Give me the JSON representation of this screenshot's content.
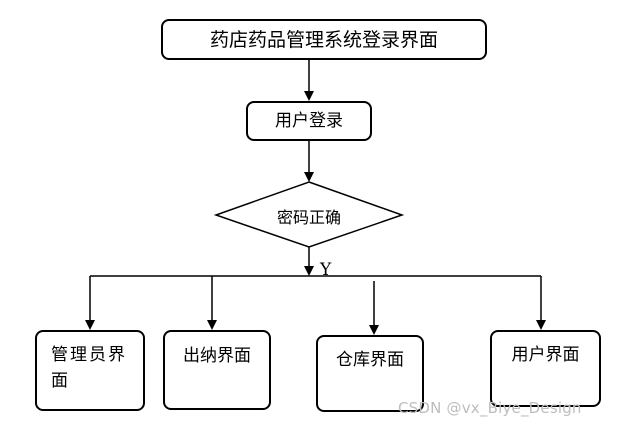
{
  "diagram": {
    "title_node": "药店药品管理系统登录界面",
    "login_node": "用户登录",
    "decision_node": "密码正确",
    "yes_label": "Y",
    "branches": [
      {
        "label": "管理员界面"
      },
      {
        "label": "出纳界面"
      },
      {
        "label": "仓库界面"
      },
      {
        "label": "用户界面"
      }
    ]
  },
  "watermark": "CSDN @vx_Biye_Design"
}
